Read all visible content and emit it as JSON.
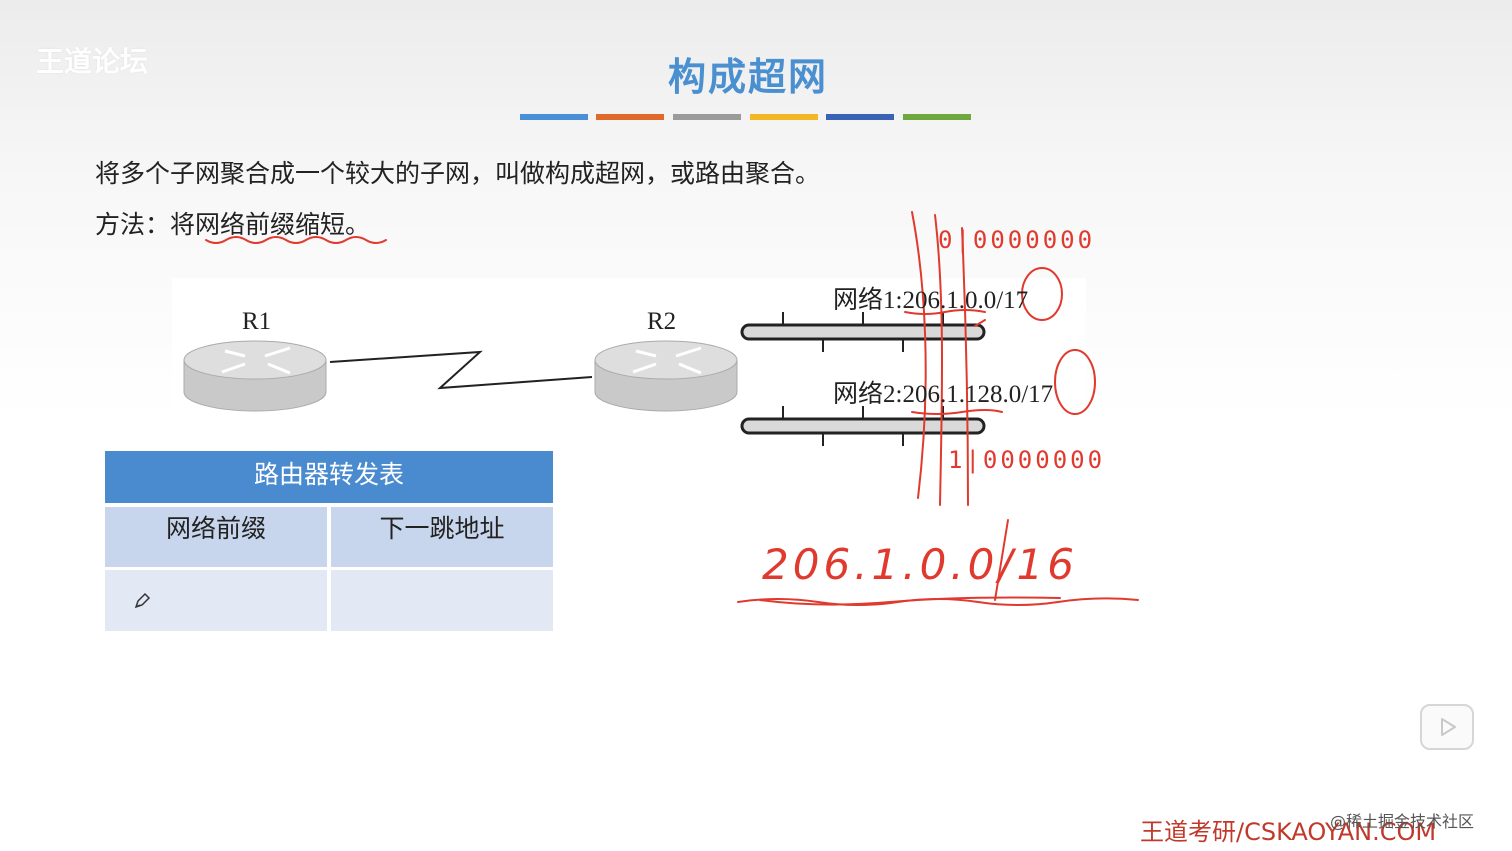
{
  "watermark": "王道论坛",
  "title": "构成超网",
  "deco_colors": [
    "#4a90d9",
    "#e0692c",
    "#9b9b9b",
    "#f2b722",
    "#3a63b5",
    "#6fa83f"
  ],
  "line1": "将多个子网聚合成一个较大的子网，叫做构成超网，或路由聚合。",
  "line2": "方法：将网络前缀缩短。",
  "diagram": {
    "router1": "R1",
    "router2": "R2",
    "net1": "网络1:206.1.0.0/17",
    "net2": "网络2:206.1.128.0/17"
  },
  "table": {
    "title": "路由器转发表",
    "col1": "网络前缀",
    "col2": "下一跳地址"
  },
  "annotations": {
    "bits1": "0|0000000",
    "bits2": "1|0000000",
    "result": "206.1.0.0/16"
  },
  "footer": "王道考研/CSKAOYAN.COM",
  "juejin": "@稀土掘金技术社区",
  "colors": {
    "title": "#4a8fd0",
    "table_head": "#4a8bd0",
    "ink": "#e03a2f"
  }
}
